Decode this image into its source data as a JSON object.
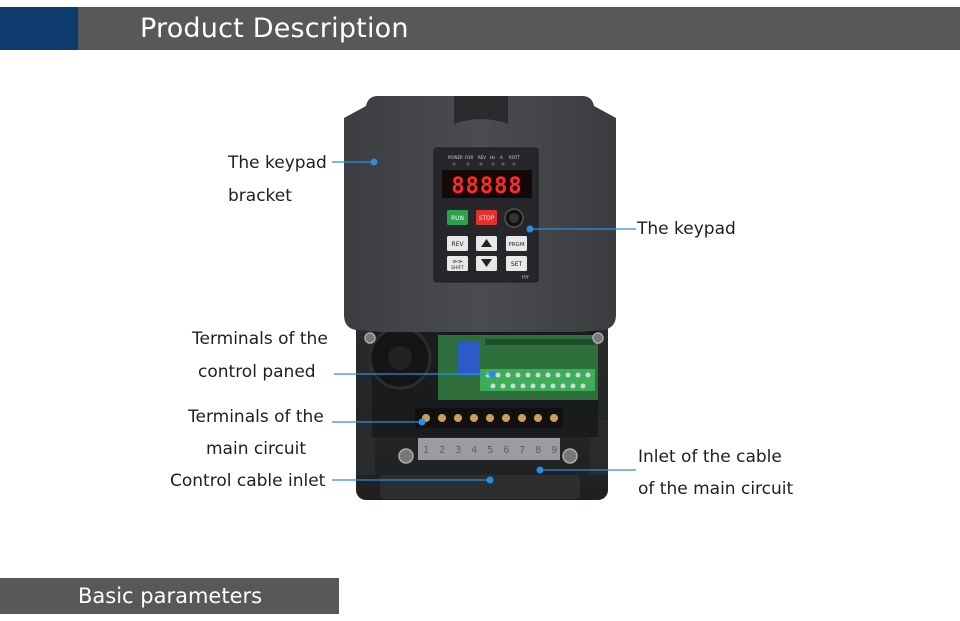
{
  "header": {
    "title": "Product Description"
  },
  "footer": {
    "title": "Basic parameters"
  },
  "labels": {
    "keypad_bracket_1": "The keypad",
    "keypad_bracket_2": "bracket",
    "keypad": "The keypad",
    "control_terminals_1": "Terminals of the",
    "control_terminals_2": "control paned",
    "main_terminals_1": "Terminals of the",
    "main_terminals_2": "main circuit",
    "control_cable_inlet": "Control cable inlet",
    "main_cable_inlet_1": "Inlet of the cable",
    "main_cable_inlet_2": "of the main circuit"
  },
  "keypad": {
    "leds": [
      "POWER",
      "FOR",
      "REV",
      "Hz",
      "A",
      "ROTT"
    ],
    "display": "88888",
    "run": "RUN",
    "stop": "STOP",
    "rev": "REV",
    "prgm": "PRGM",
    "shift_top": "≫≫",
    "shift": "SHIFT",
    "set": "SET",
    "brand": "HY"
  },
  "terminal_numbers": [
    "1",
    "2",
    "3",
    "4",
    "5",
    "6",
    "7",
    "8",
    "9"
  ],
  "colors": {
    "accent": "#0e3b6e",
    "bar": "#58585a",
    "callout": "#2a8ee0"
  }
}
